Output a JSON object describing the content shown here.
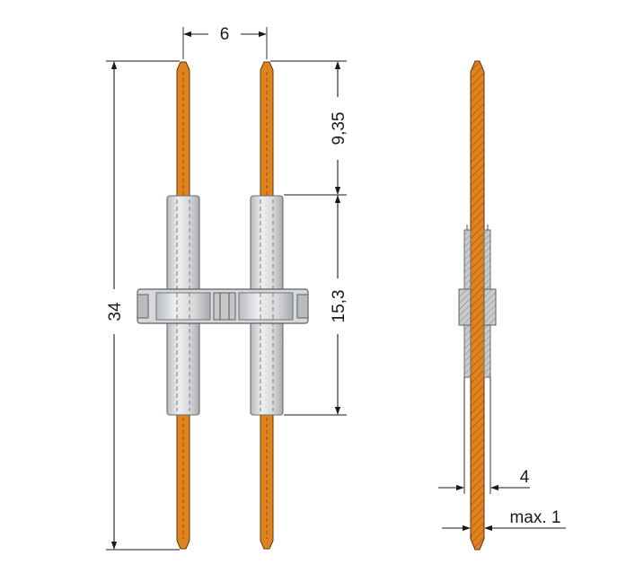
{
  "dimensions": {
    "pitch": "6",
    "total_length": "34",
    "top_pin_length": "9,35",
    "sleeve_length": "15,3",
    "pin_thickness": "4",
    "max_tolerance": "max. 1"
  },
  "colors": {
    "pin": "#e0821e",
    "pin_hatch": "#a85a12",
    "sleeve": "#d6d8da",
    "sleeve_shade": "#b9bcbf",
    "line": "#1a1a1a"
  }
}
